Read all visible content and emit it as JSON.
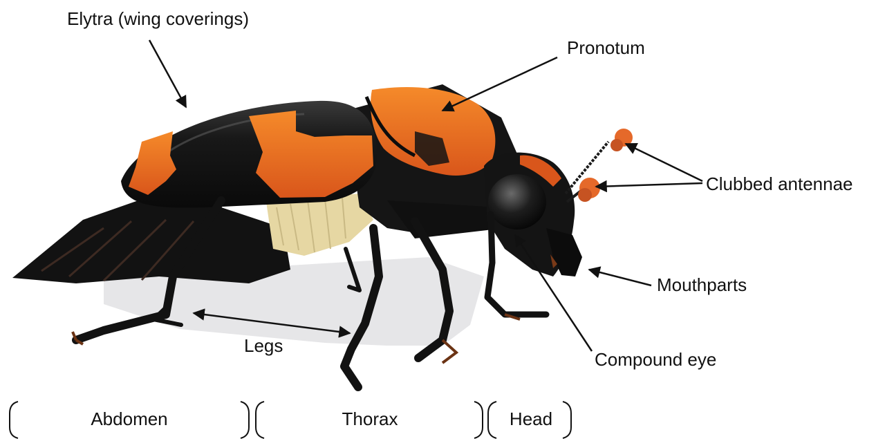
{
  "labels": {
    "elytra": "Elytra (wing coverings)",
    "pronotum": "Pronotum",
    "antennae": "Clubbed antennae",
    "mouthparts": "Mouthparts",
    "compound_eye": "Compound eye",
    "legs": "Legs"
  },
  "body_regions": {
    "abdomen": "Abdomen",
    "thorax": "Thorax",
    "head": "Head"
  },
  "colors": {
    "shell_black": "#141414",
    "elytra_orange": "#f07e1d",
    "pronotum_orange": "#d9581c",
    "antenna_club": "#e2692a",
    "hair_cream": "#e4d6a4",
    "shadow_grey": "#e4e4e6",
    "arrow": "#111111"
  },
  "icons": [
    "beetle-illustration",
    "arrow-icon",
    "bracket-icon"
  ]
}
